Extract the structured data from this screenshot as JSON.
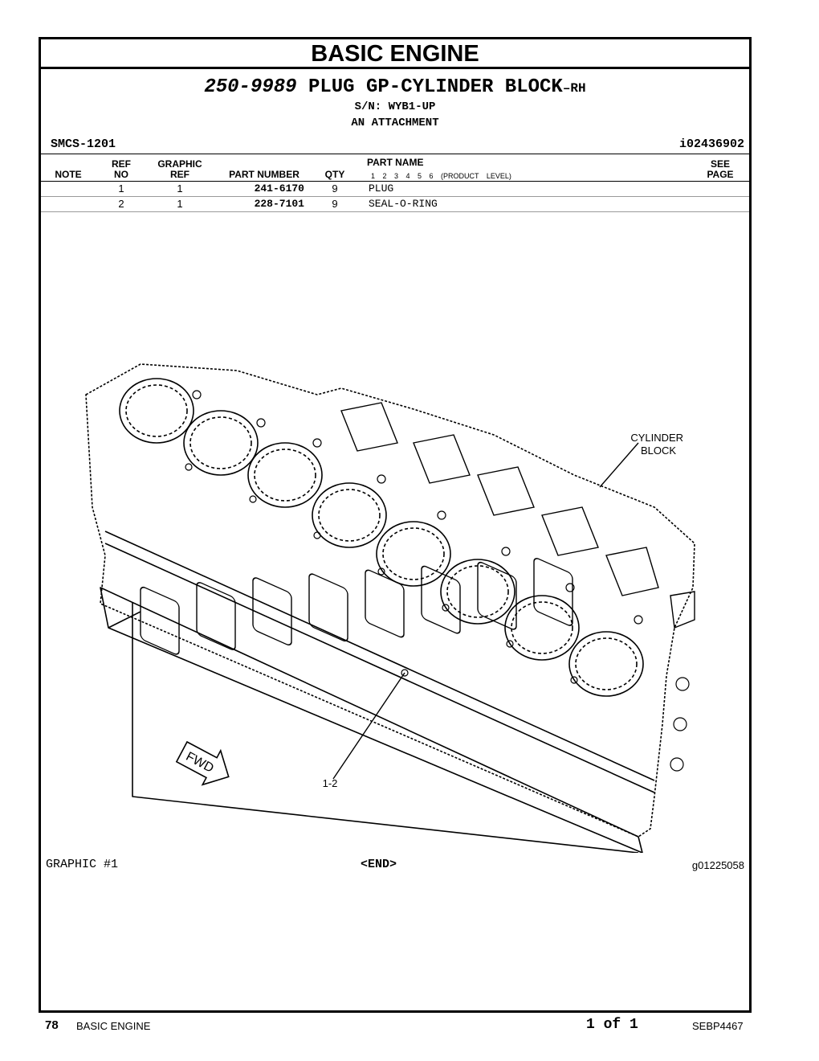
{
  "section_title": "BASIC ENGINE",
  "group": {
    "part_number": "250-9989",
    "name": "PLUG GP-CYLINDER BLOCK",
    "side": "–RH",
    "serial": "S/N: WYB1-UP",
    "type": "AN ATTACHMENT",
    "smcs": "SMCS-1201",
    "illustration_id": "i02436902"
  },
  "table": {
    "headers": {
      "note": "NOTE",
      "ref_no_1": "REF",
      "ref_no_2": "NO",
      "graphic_ref_1": "GRAPHIC",
      "graphic_ref_2": "REF",
      "part_number": "PART NUMBER",
      "qty": "QTY",
      "part_name": "PART NAME",
      "levels": "1 2 3 4 5 6 (PRODUCT LEVEL)",
      "see_page_1": "SEE",
      "see_page_2": "PAGE"
    },
    "rows": [
      {
        "note": "",
        "ref_no": "1",
        "graphic_ref": "1",
        "part_number": "241-6170",
        "qty": "9",
        "part_name": "PLUG",
        "see_page": ""
      },
      {
        "note": "",
        "ref_no": "2",
        "graphic_ref": "1",
        "part_number": "228-7101",
        "qty": "9",
        "part_name": "SEAL-O-RING",
        "see_page": ""
      }
    ]
  },
  "graphic": {
    "callout_block": "CYLINDER BLOCK",
    "callout_items": "1-2",
    "fwd": "FWD",
    "label": "GRAPHIC #1",
    "end": "<END>",
    "graphic_id": "g01225058"
  },
  "footer": {
    "page_number": "78",
    "section": "BASIC ENGINE",
    "page_of": "1 of 1",
    "doc_id": "SEBP4467"
  }
}
